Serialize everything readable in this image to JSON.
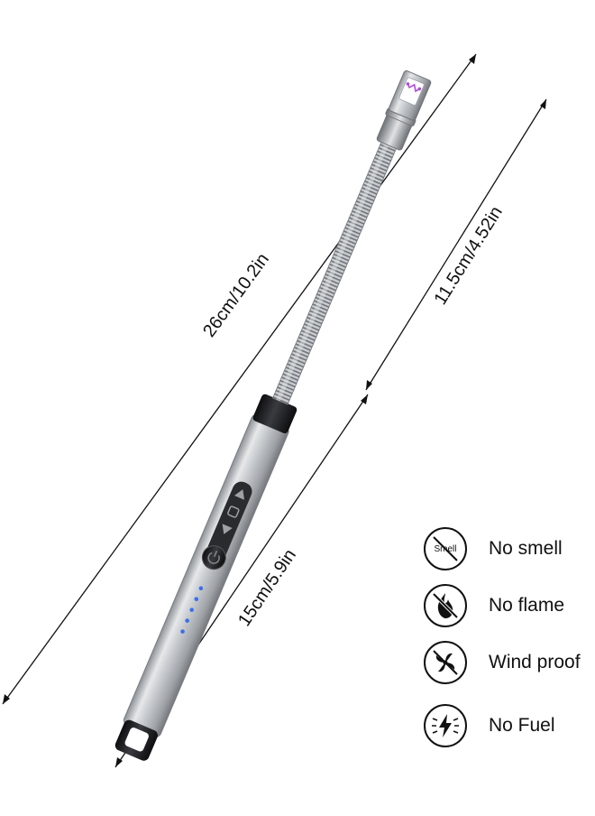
{
  "dimensions": {
    "total_length": "26cm/10.2in",
    "neck_length": "11.5cm/4.52in",
    "handle_length": "15cm/5.9in"
  },
  "features": [
    {
      "icon": "no-smell-icon",
      "icon_text": "Smell",
      "label": "No smell"
    },
    {
      "icon": "no-flame-icon",
      "label": "No flame"
    },
    {
      "icon": "wind-proof-icon",
      "label": "Wind proof"
    },
    {
      "icon": "no-fuel-icon",
      "label": "No Fuel"
    }
  ],
  "colors": {
    "body_silver": "#b9bcc0",
    "body_dark": "#1e1e22",
    "indicator_blue": "#3b6fe8",
    "arc_purple": "#b04ad8"
  }
}
